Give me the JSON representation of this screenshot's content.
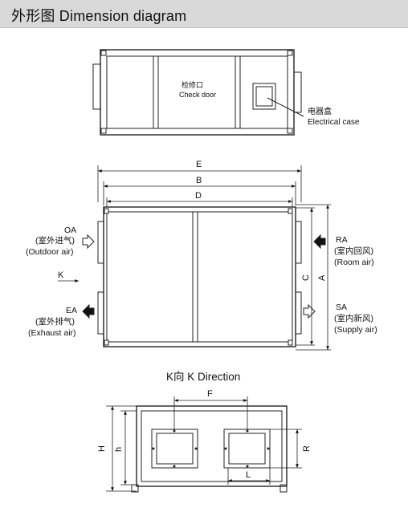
{
  "title": "外形图 Dimension diagram",
  "top_view": {
    "check_door_cn": "检修口",
    "check_door_en": "Check door",
    "electrical_cn": "电器盒",
    "electrical_en": "Electrical case"
  },
  "plan_view": {
    "dim_E": "E",
    "dim_B": "B",
    "dim_D": "D",
    "dim_C": "C",
    "dim_A": "A",
    "oa": "OA",
    "oa_cn": "(室外进气)",
    "oa_en": "(Outdoor air)",
    "ea": "EA",
    "ea_cn": "(室外排气)",
    "ea_en": "(Exhaust air)",
    "ra": "RA",
    "ra_cn": "(室内回风)",
    "ra_en": "(Room air)",
    "sa": "SA",
    "sa_cn": "(室内新风)",
    "sa_en": "(Supply air)",
    "k_label": "K"
  },
  "k_view": {
    "title": "K向  K Direction",
    "dim_F": "F",
    "dim_H": "H",
    "dim_h": "h",
    "dim_R": "R",
    "dim_L": "L"
  }
}
